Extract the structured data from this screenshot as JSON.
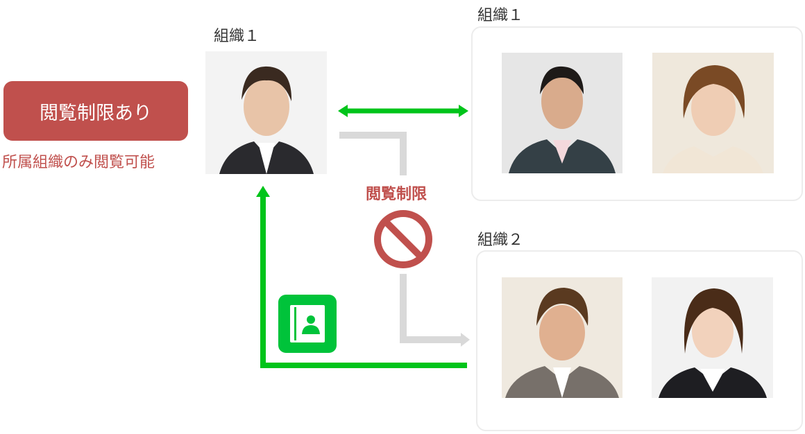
{
  "badge": {
    "label": "閲覧制限あり",
    "note": "所属組織のみ閲覧可能"
  },
  "user": {
    "org_label": "組織１"
  },
  "org1": {
    "label": "組織１"
  },
  "org2": {
    "label": "組織２"
  },
  "restriction": {
    "label": "閲覧制限"
  },
  "colors": {
    "red": "#c0504d",
    "green": "#00c41a",
    "gray": "#d9d9d9",
    "icon_green": "#00c33a"
  }
}
